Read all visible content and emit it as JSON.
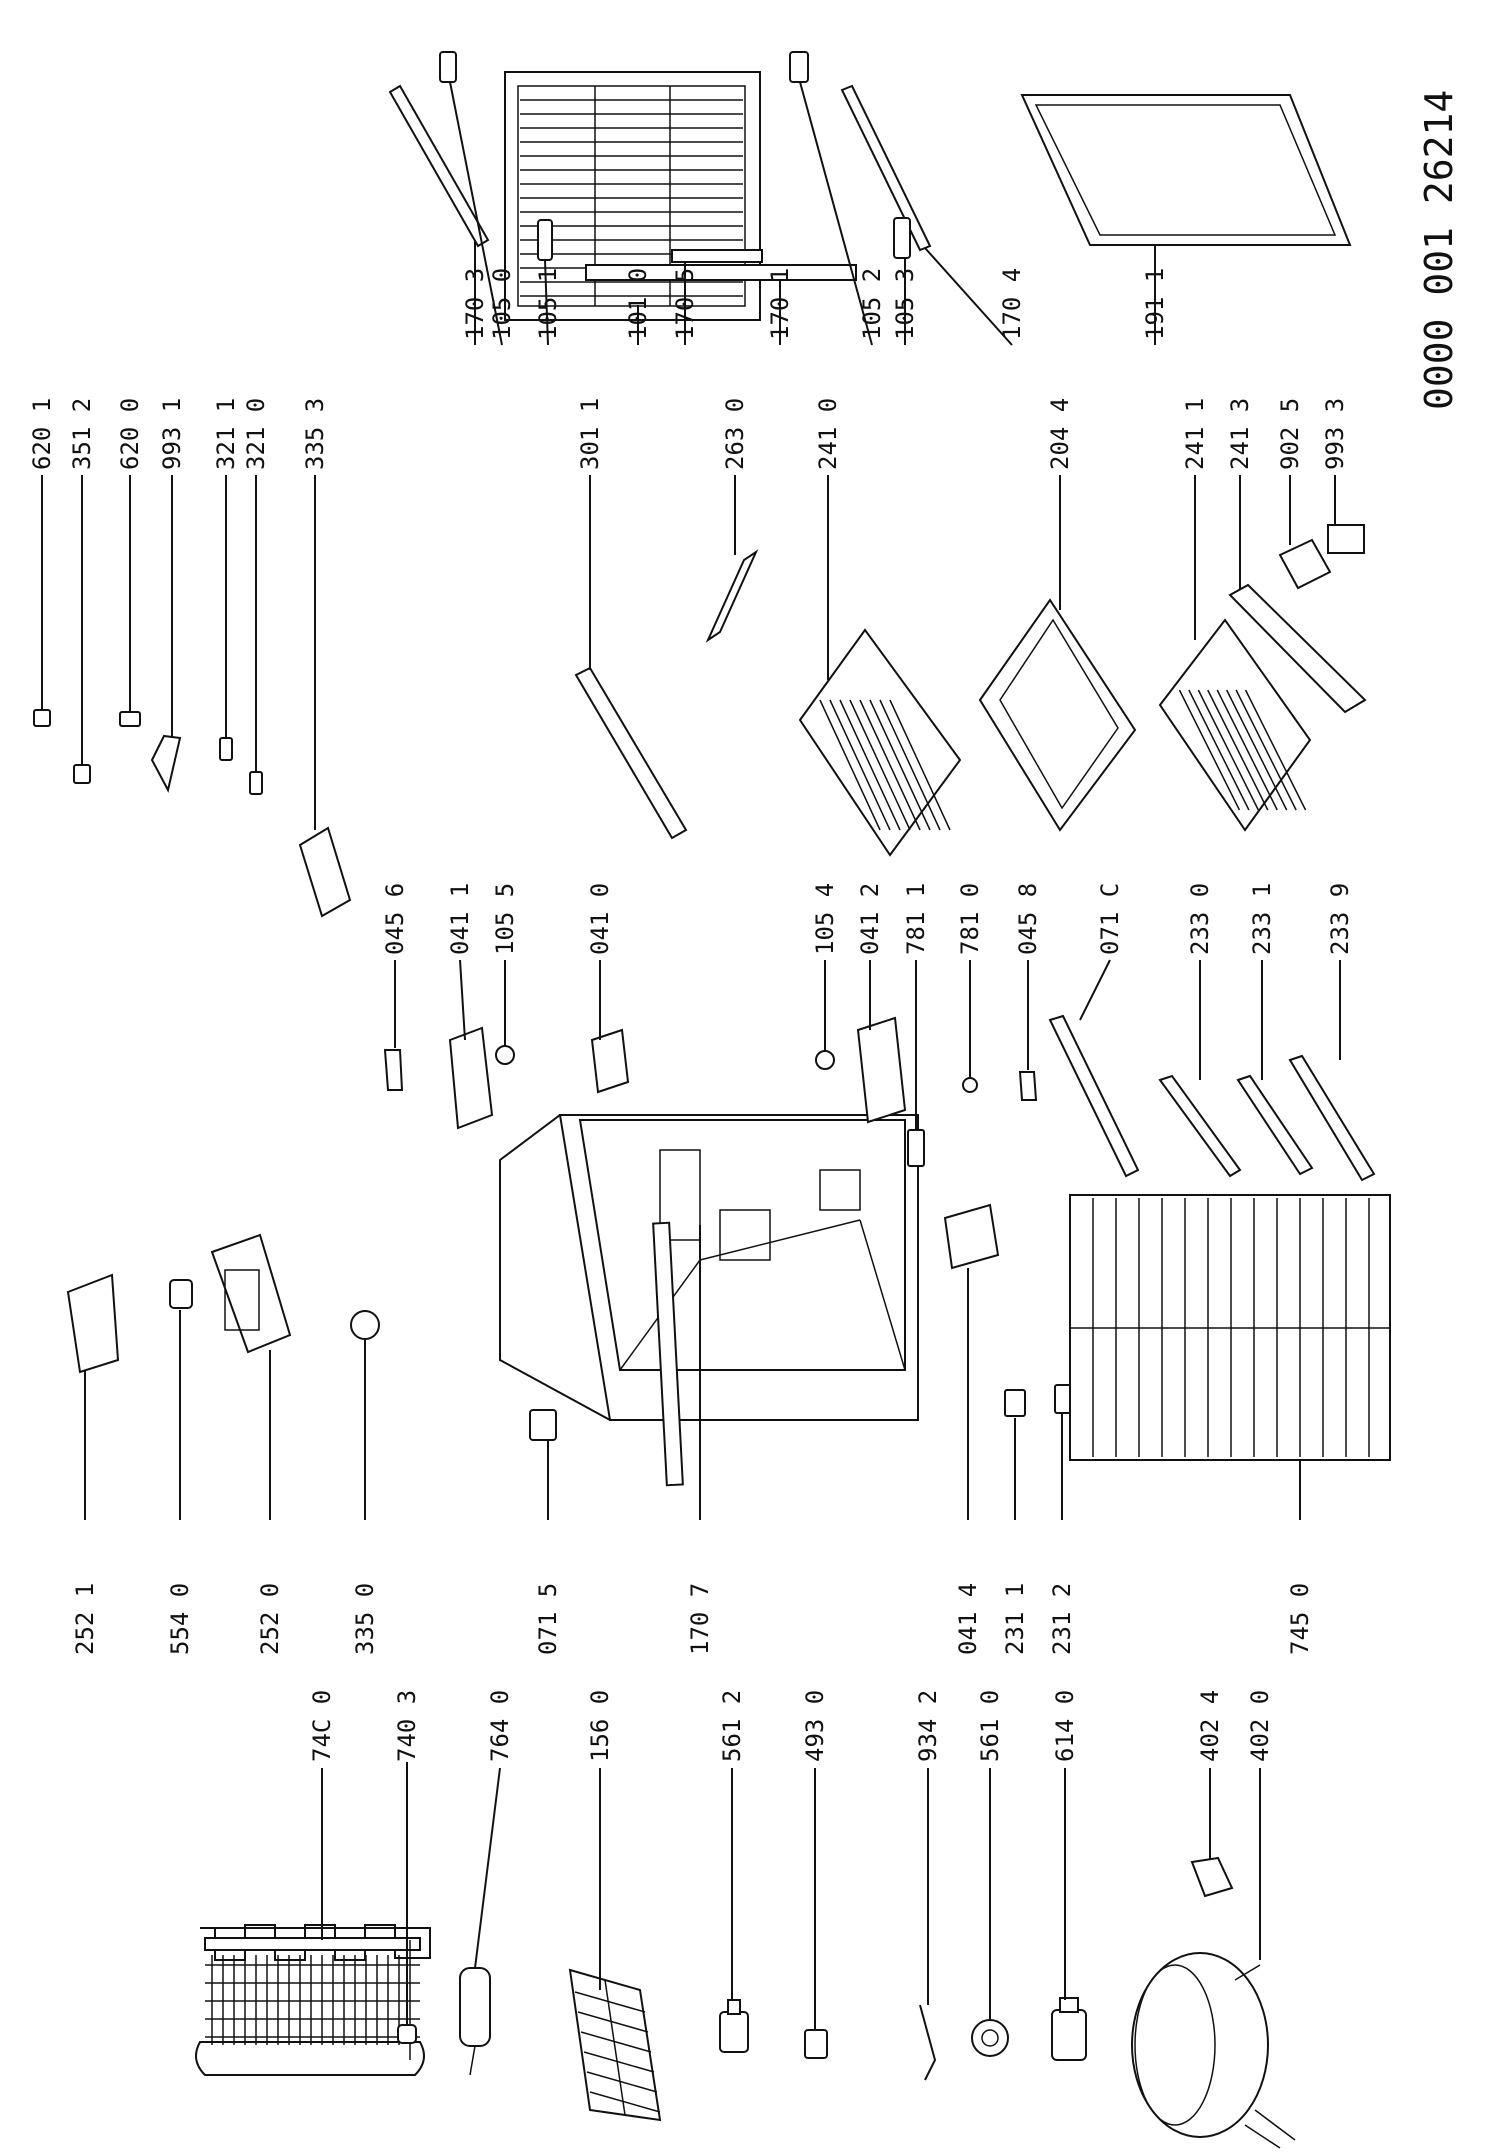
{
  "document_code": "0000 001 26214",
  "labels": {
    "c1": [
      "74C 0",
      "740 3",
      "764 0",
      "156 0",
      "561 2",
      "493 0",
      "934 2",
      "561 0",
      "614 0",
      "402 4",
      "402 0"
    ],
    "c2": [
      "252 1",
      "554 0",
      "252 0",
      "335 0",
      "071 5",
      "170 7",
      "041 4",
      "231 1",
      "231 2",
      "745 0"
    ],
    "c3": [
      "045 6",
      "041 1",
      "105 5",
      "041 0",
      "105 4",
      "041 2",
      "781 1",
      "781 0",
      "045 8",
      "071 C",
      "233 0",
      "233 1",
      "233 9"
    ],
    "c4": [
      "620 1",
      "351 2",
      "620 0",
      "993 1",
      "321 1",
      "321 0",
      "335 3",
      "170 3",
      "105 0",
      "105 1",
      "301 1",
      "101 0",
      "170 5",
      "263 0",
      "170 1",
      "241 0",
      "105 2",
      "105 3",
      "170 4",
      "204 4",
      "191 1",
      "241 1",
      "241 3",
      "902 5",
      "993 3"
    ]
  }
}
